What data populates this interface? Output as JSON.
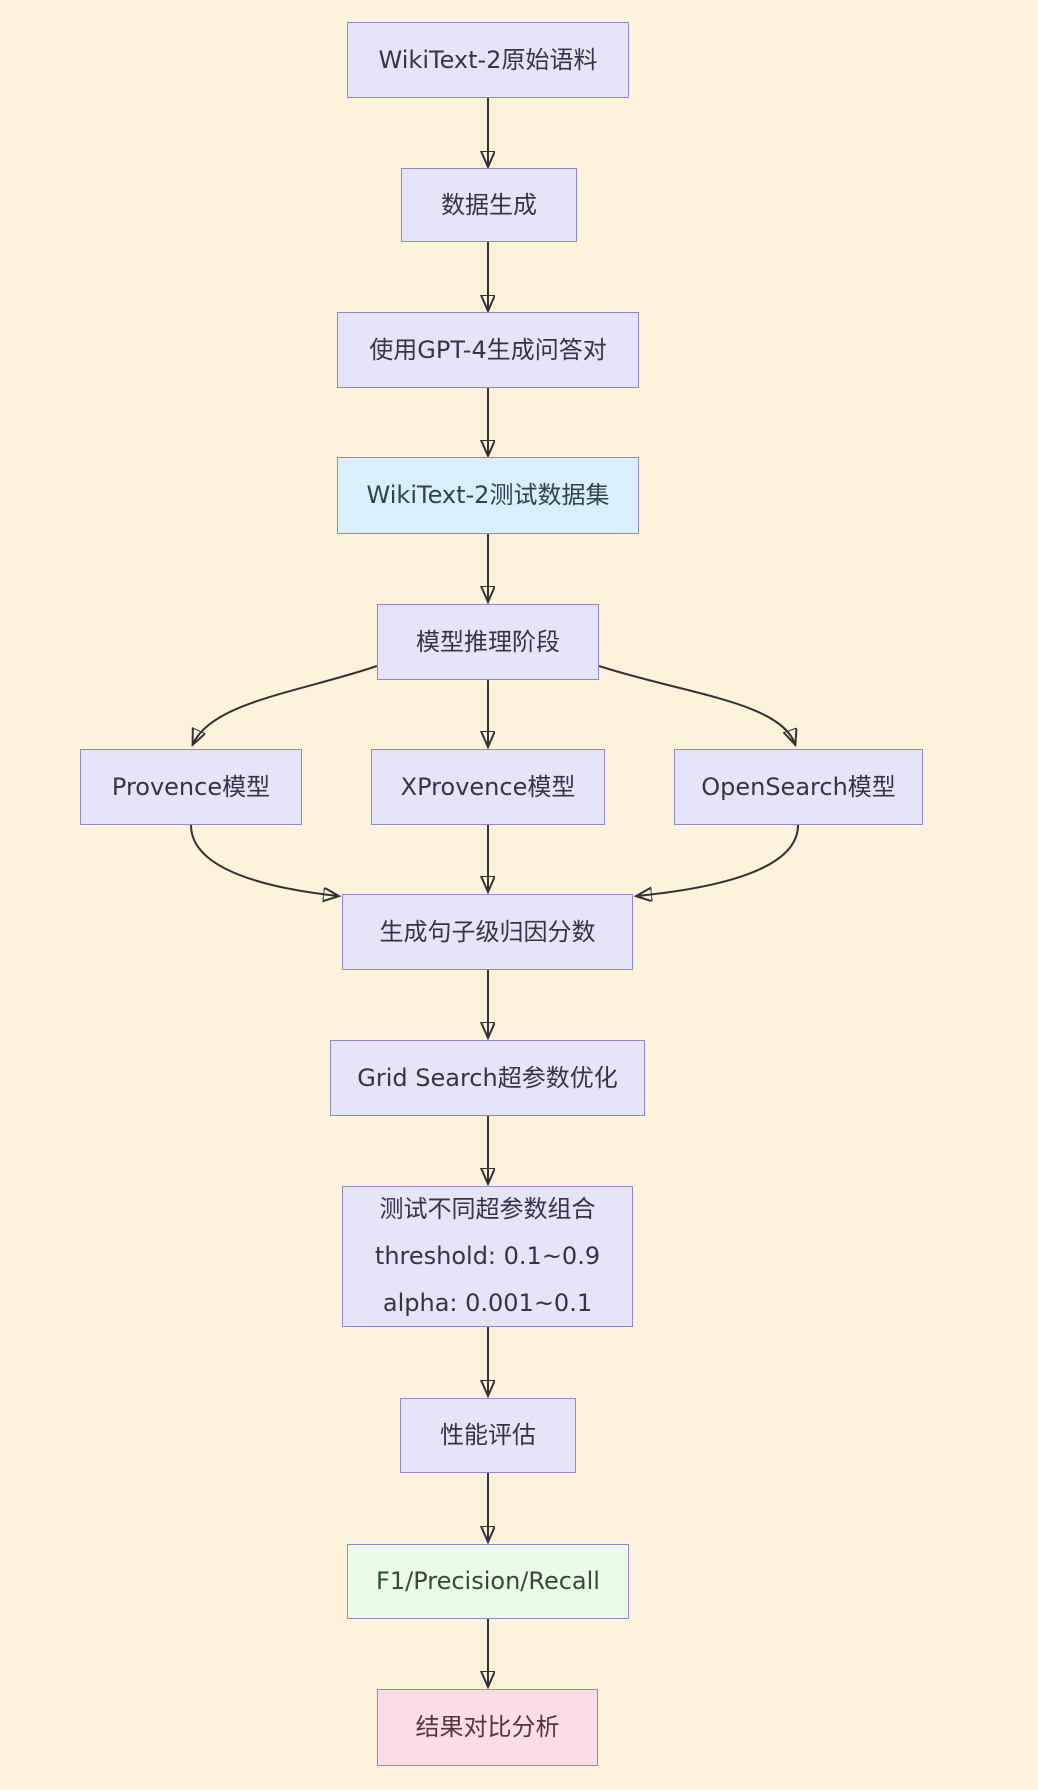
{
  "diagram": {
    "background": "#fdf3dd",
    "line_color": "#333333",
    "nodes": [
      {
        "id": "wikitext2-corpus",
        "label": "WikiText-2原始语料",
        "fill": "#e6e4f9",
        "border": "#9287c7",
        "text_color": "#3b3244"
      },
      {
        "id": "data-generation",
        "label": "数据生成",
        "fill": "#e6e4f9",
        "border": "#9287c7",
        "text_color": "#3b3244"
      },
      {
        "id": "gpt4-qa-pairs",
        "label": "使用GPT-4生成问答对",
        "fill": "#e6e4f9",
        "border": "#9287c7",
        "text_color": "#3b3244"
      },
      {
        "id": "wikitext2-testset",
        "label": "WikiText-2测试数据集",
        "fill": "#d9effb",
        "border": "#9287c7",
        "text_color": "#32424e"
      },
      {
        "id": "model-inference-stage",
        "label": "模型推理阶段",
        "fill": "#e6e4f9",
        "border": "#9287c7",
        "text_color": "#3b3244"
      },
      {
        "id": "provence-model",
        "label": "Provence模型",
        "fill": "#e6e4f9",
        "border": "#9287c7",
        "text_color": "#3b3244"
      },
      {
        "id": "xprovence-model",
        "label": "XProvence模型",
        "fill": "#e6e4f9",
        "border": "#9287c7",
        "text_color": "#3b3244"
      },
      {
        "id": "opensearch-model",
        "label": "OpenSearch模型",
        "fill": "#e6e4f9",
        "border": "#9287c7",
        "text_color": "#3b3244"
      },
      {
        "id": "sentence-attribution-scores",
        "label": "生成句子级归因分数",
        "fill": "#e6e4f9",
        "border": "#9287c7",
        "text_color": "#3b3244"
      },
      {
        "id": "grid-search-optimization",
        "label": "Grid Search超参数优化",
        "fill": "#e6e4f9",
        "border": "#9287c7",
        "text_color": "#3b3244"
      },
      {
        "id": "hyperparameter-combinations",
        "lines": [
          "测试不同超参数组合",
          "threshold: 0.1~0.9",
          "alpha: 0.001~0.1"
        ],
        "fill": "#e6e4f9",
        "border": "#9287c7",
        "text_color": "#3b3244"
      },
      {
        "id": "performance-evaluation",
        "label": "性能评估",
        "fill": "#e6e4f9",
        "border": "#9287c7",
        "text_color": "#3b3244"
      },
      {
        "id": "f1-precision-recall",
        "label": "F1/Precision/Recall",
        "fill": "#eafbe7",
        "border": "#9287c7",
        "text_color": "#2f4f33"
      },
      {
        "id": "result-comparison-analysis",
        "label": "结果对比分析",
        "fill": "#fbdde7",
        "border": "#9287c7",
        "text_color": "#5a323f"
      }
    ],
    "edges": [
      {
        "from": "wikitext2-corpus",
        "to": "data-generation"
      },
      {
        "from": "data-generation",
        "to": "gpt4-qa-pairs"
      },
      {
        "from": "gpt4-qa-pairs",
        "to": "wikitext2-testset"
      },
      {
        "from": "wikitext2-testset",
        "to": "model-inference-stage"
      },
      {
        "from": "model-inference-stage",
        "to": "provence-model"
      },
      {
        "from": "model-inference-stage",
        "to": "xprovence-model"
      },
      {
        "from": "model-inference-stage",
        "to": "opensearch-model"
      },
      {
        "from": "provence-model",
        "to": "sentence-attribution-scores"
      },
      {
        "from": "xprovence-model",
        "to": "sentence-attribution-scores"
      },
      {
        "from": "opensearch-model",
        "to": "sentence-attribution-scores"
      },
      {
        "from": "sentence-attribution-scores",
        "to": "grid-search-optimization"
      },
      {
        "from": "grid-search-optimization",
        "to": "hyperparameter-combinations"
      },
      {
        "from": "hyperparameter-combinations",
        "to": "performance-evaluation"
      },
      {
        "from": "performance-evaluation",
        "to": "f1-precision-recall"
      },
      {
        "from": "f1-precision-recall",
        "to": "result-comparison-analysis"
      }
    ]
  }
}
